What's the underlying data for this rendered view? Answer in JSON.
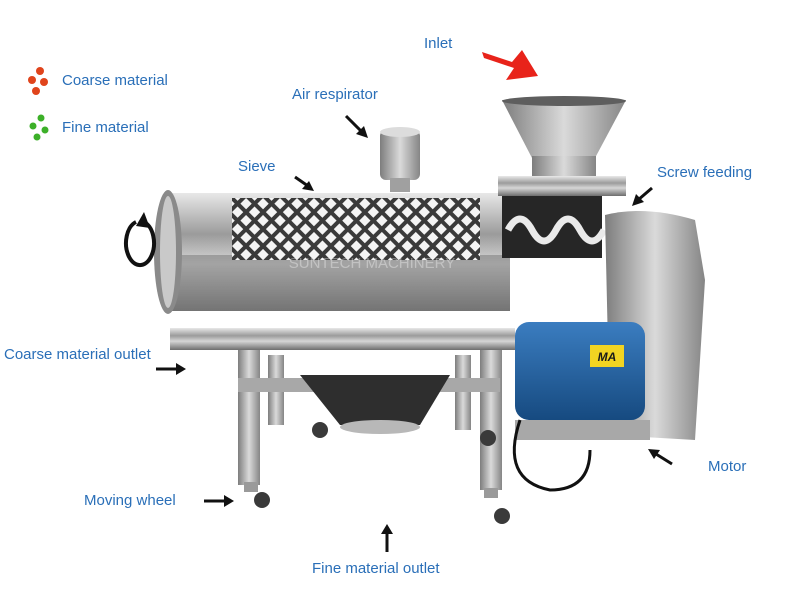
{
  "legend": {
    "coarse": {
      "label": "Coarse material",
      "color": "#e0441c"
    },
    "fine": {
      "label": "Fine material",
      "color": "#3cb028"
    }
  },
  "labels": {
    "inlet": "Inlet",
    "air_respirator": "Air respirator",
    "sieve": "Sieve",
    "screw_feeding": "Screw feeding",
    "coarse_outlet": "Coarse material outlet",
    "motor": "Motor",
    "moving_wheel": "Moving wheel",
    "fine_outlet": "Fine material outlet"
  },
  "motor_badge": "MA",
  "watermark": "SUNTECH MACHINERY",
  "colors": {
    "label": "#2a6fb8",
    "inlet_arrow": "#e8231a",
    "arrow": "#111111",
    "motor": "#1f5fa0"
  }
}
